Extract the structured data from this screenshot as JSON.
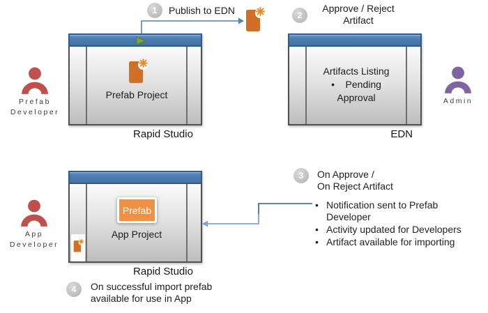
{
  "palette": {
    "titlebar_blue": "#4c7db4",
    "titlebar_border": "#2e5a8c",
    "window_border": "#4f4f4f",
    "body_top": "#fafafa",
    "body_bottom": "#bdbdbd",
    "divider_gray": "#6e6e6e",
    "connector_blue": "#4f81bd",
    "connector_dark": "#2e5c94",
    "connector_light": "#7da3d8",
    "orange_doc": "#d06f28",
    "orange_star": "#e68a2e",
    "orange_badge": "#ef9144",
    "person_red": "#c0504d",
    "person_purple": "#8064a2",
    "step_circle": "#bdbdbd",
    "play_green": "#85a243",
    "play_green_dark": "#5e7a2e",
    "text_dark": "#1f1f1f"
  },
  "actors": {
    "prefab_dev": {
      "line1": "Prefab",
      "line2": "Developer"
    },
    "admin": {
      "line1": "Admin"
    },
    "app_dev": {
      "line1": "App",
      "line2": "Developer"
    }
  },
  "steps": {
    "s1": {
      "num": "1",
      "text": "Publish to EDN"
    },
    "s2": {
      "num": "2",
      "line1": "Approve / Reject",
      "line2": "Artifact"
    },
    "s3": {
      "num": "3",
      "line1": "On Approve /",
      "line2": "On Reject Artifact"
    },
    "s4": {
      "num": "4",
      "line1": "On successful import prefab",
      "line2": "available for use in App"
    }
  },
  "windows": {
    "rapid1": {
      "project": "Prefab Project",
      "caption": "Rapid Studio"
    },
    "edn": {
      "line1": "Artifacts Listing",
      "line2": "•    Pending",
      "line3": "Approval",
      "caption": "EDN"
    },
    "rapid2": {
      "badge": "Prefab",
      "project": "App Project",
      "caption": "Rapid Studio"
    }
  },
  "notes": {
    "bullet": "•",
    "items": [
      "Notification sent to Prefab Developer",
      "Activity updated for Developers",
      "Artifact available for importing"
    ]
  },
  "icons": {
    "play": "play-icon",
    "new_artifact": "new-artifact-icon",
    "person": "person-icon"
  }
}
